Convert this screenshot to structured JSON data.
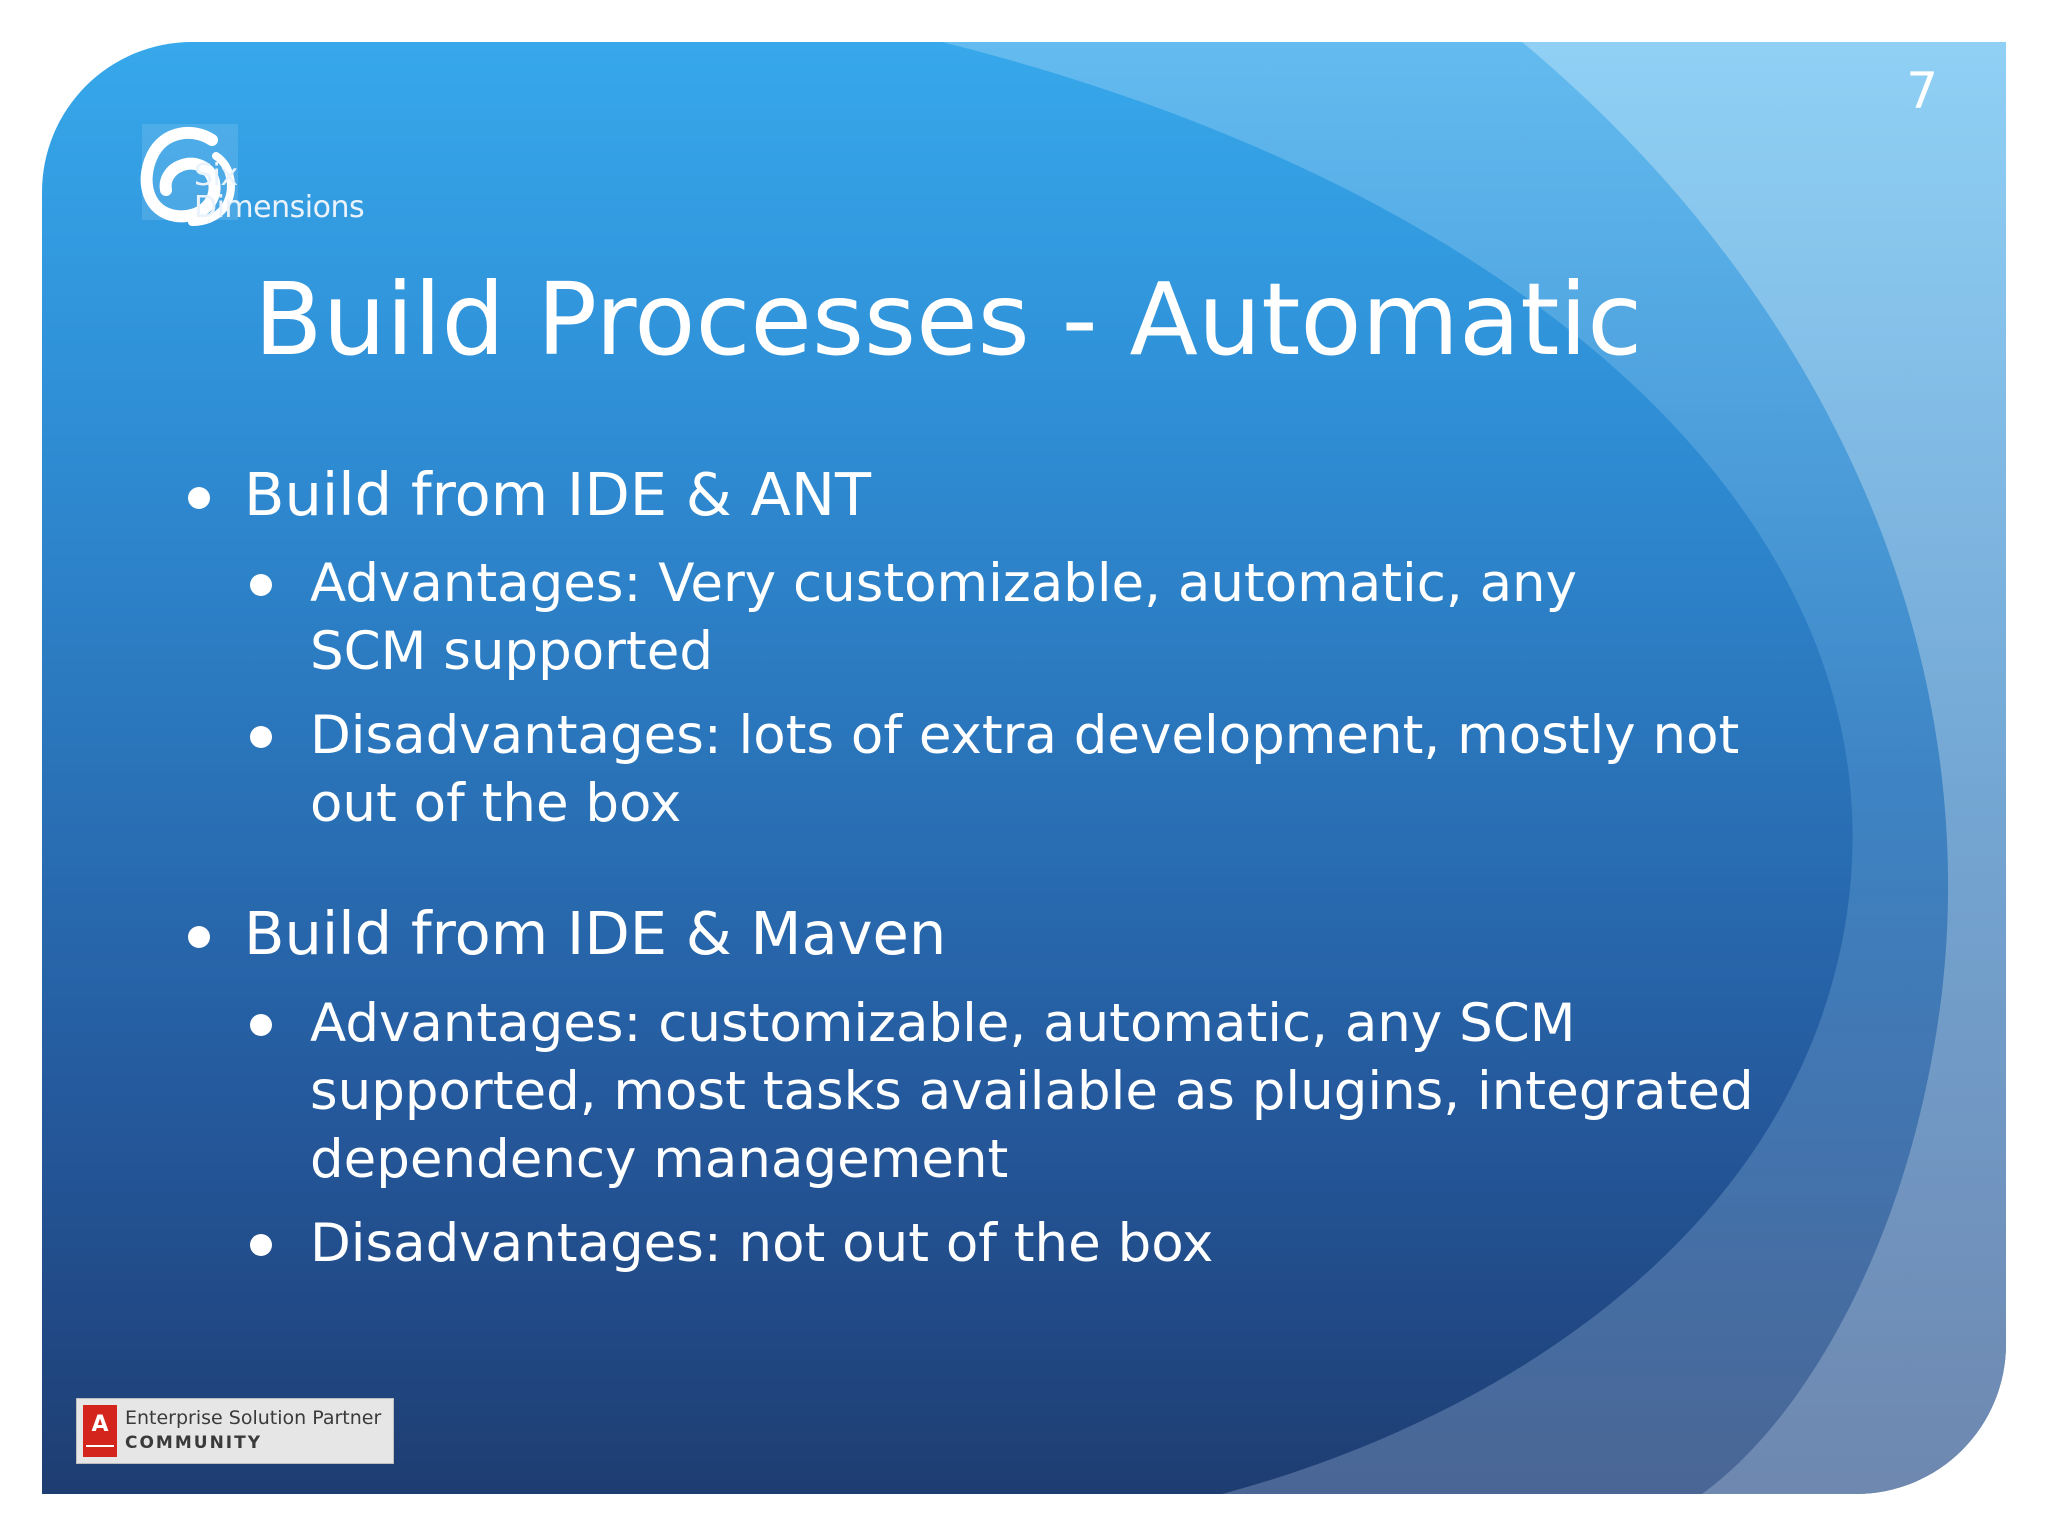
{
  "slide": {
    "page_number": "7",
    "title": "Build Processes - Automatic",
    "logo_text_line1": "Six",
    "logo_text_line2": "Dimensions",
    "bullets": [
      {
        "text": "Build from IDE & ANT",
        "sub": [
          "Advantages: Very customizable, automatic, any SCM supported",
          "Disadvantages: lots of extra development, mostly not out of the box"
        ]
      },
      {
        "text": "Build from IDE & Maven",
        "sub": [
          "Advantages: customizable, automatic, any SCM supported, most tasks available as plugins, integrated dependency management",
          "Disadvantages: not out of the box"
        ]
      }
    ],
    "partner_badge": {
      "mark": "A",
      "line1": "Enterprise Solution Partner",
      "line2": "COMMUNITY"
    }
  },
  "colors": {
    "background_top": "#37a8eb",
    "background_bottom": "#1e3d72",
    "text": "#ffffff",
    "badge_red": "#d4251c"
  }
}
